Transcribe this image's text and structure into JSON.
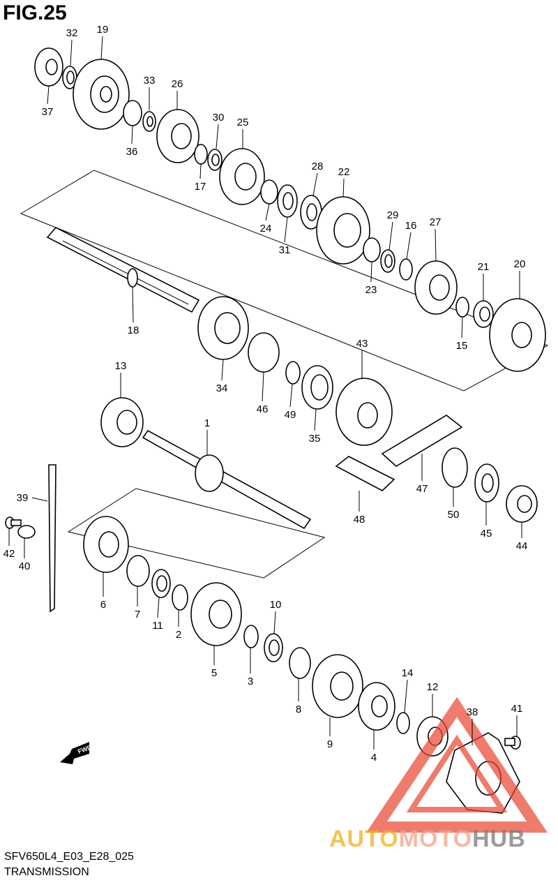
{
  "figure": {
    "title": "FIG.25"
  },
  "footer": {
    "code": "SFV650L4_E03_E28_025",
    "title": "TRANSMISSION"
  },
  "fwd_label": "FWD",
  "watermark": {
    "part1": "AUTO",
    "part2": "MOTO",
    "part3": "HUB"
  },
  "colors": {
    "line": "#000000",
    "watermark_yellow": "#f2b01e",
    "watermark_red": "#e8442f",
    "watermark_gray": "#7a7a7a"
  },
  "callouts": [
    "32",
    "19",
    "37",
    "33",
    "26",
    "36",
    "30",
    "17",
    "25",
    "28",
    "22",
    "24",
    "31",
    "29",
    "16",
    "27",
    "23",
    "21",
    "20",
    "15",
    "18",
    "43",
    "34",
    "46",
    "49",
    "35",
    "13",
    "1",
    "47",
    "48",
    "50",
    "45",
    "44",
    "39",
    "42",
    "40",
    "6",
    "7",
    "11",
    "2",
    "10",
    "5",
    "3",
    "14",
    "12",
    "8",
    "9",
    "4",
    "38",
    "41"
  ]
}
